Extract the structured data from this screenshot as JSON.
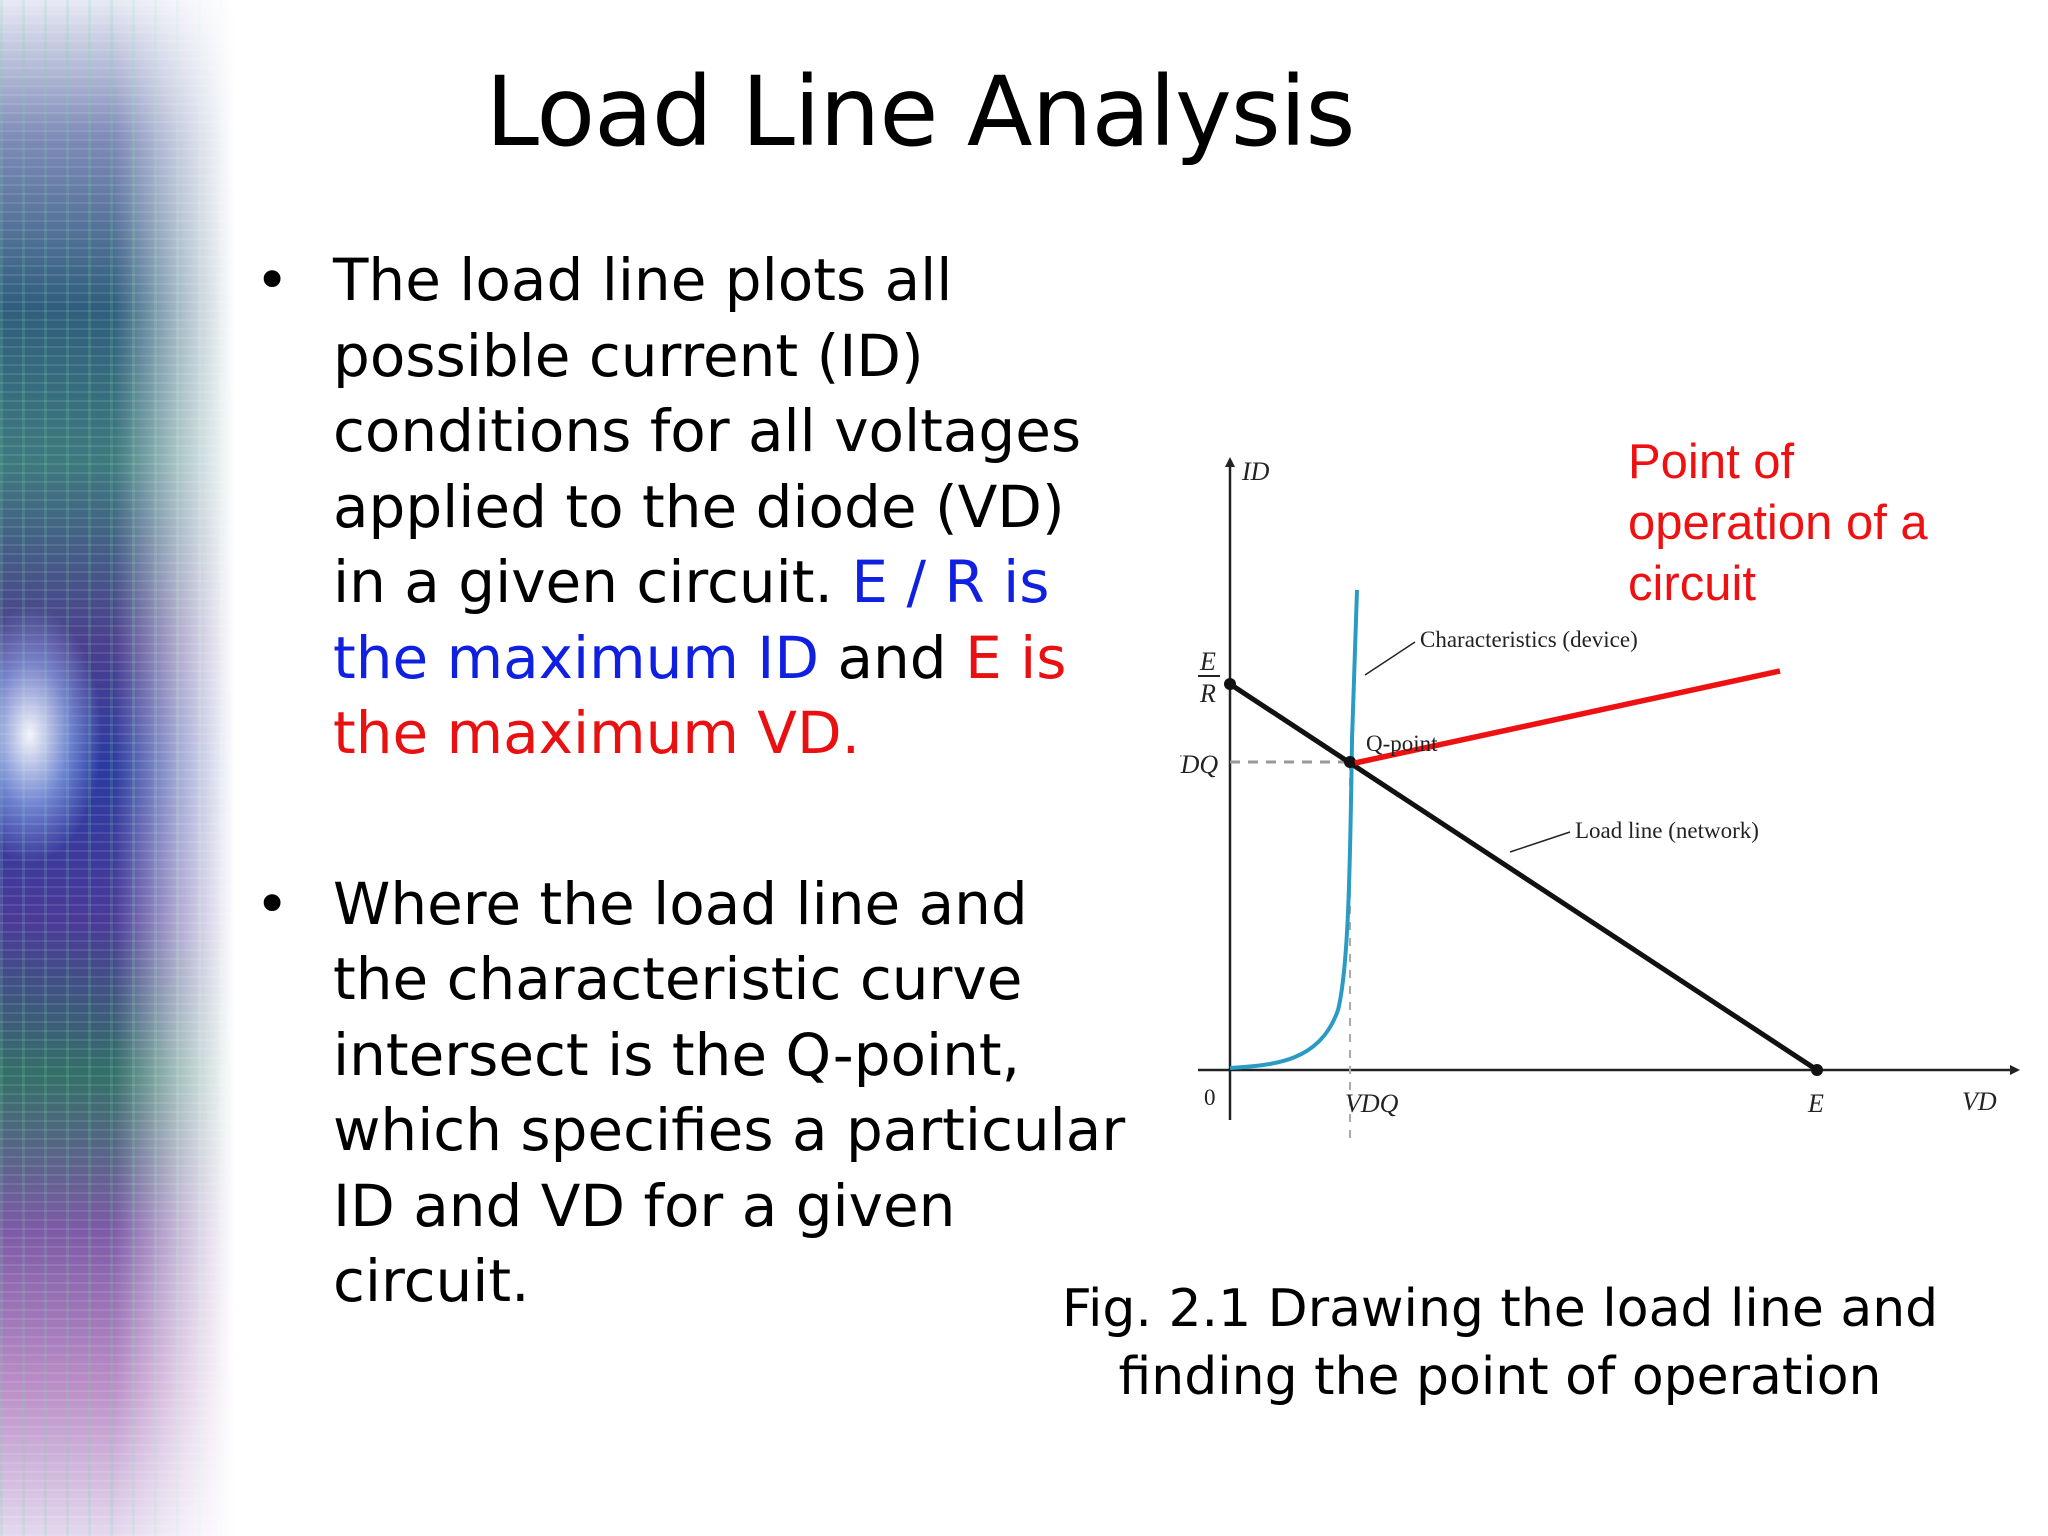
{
  "title": "Load Line Analysis",
  "bullets": [
    {
      "marker": "•",
      "text": "The load line plots all possible current (ID) conditions for all voltages applied to the diode (VD) in a given circuit. ",
      "blue_text": "E / R is the maximum ID",
      "connector": " and ",
      "red_text": "E is the maximum VD."
    },
    {
      "marker": "•",
      "text": "Where the load line and the characteristic curve intersect is the Q-point, which specifies a particular ID and VD for a given circuit."
    }
  ],
  "annotation": "Point of operation of a circuit",
  "figure": {
    "y_axis_label": "ID",
    "x_axis_label": "VD",
    "origin_label": "0",
    "e_over_r_numerator": "E",
    "e_over_r_denominator": "R",
    "idq_label": "IDQ",
    "vdq_label": "VDQ",
    "e_label": "E",
    "characteristics_label": "Characteristics (device)",
    "qpoint_label": "Q-point",
    "loadline_label": "Load line (network)"
  },
  "caption_line1": "Fig. 2.1 Drawing the load line and",
  "caption_line2": "finding the point of operation",
  "colors": {
    "blue_text": "#1020e0",
    "red_text": "#e81010",
    "curve": "#2a9bc4",
    "load_line": "#111111",
    "annotation_arrow": "#ee1111"
  }
}
